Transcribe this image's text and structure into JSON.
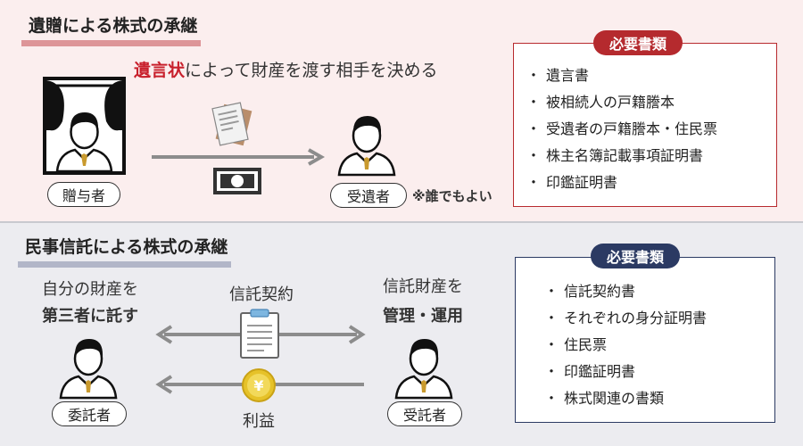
{
  "sections": {
    "bequest": {
      "heading": "遺贈による株式の承継",
      "tagline_highlight": "遺言状",
      "tagline_rest": "によって財産を渡す相手を決める",
      "giver": "贈与者",
      "receiver": "受遺者",
      "note": "※誰でもよい",
      "required_label": "必要書類",
      "required_docs": [
        "遺言書",
        "被相続人の戸籍謄本",
        "受遺者の戸籍謄本・住民票",
        "株主名簿記載事項証明書",
        "印鑑証明書"
      ]
    },
    "trust": {
      "heading": "民事信託による株式の承継",
      "left_line1": "自分の財産を",
      "left_line2": "第三者に託す",
      "contract_label": "信託契約",
      "right_line1": "信託財産を",
      "right_line2": "管理・運用",
      "benefit_label": "利益",
      "settlor": "委託者",
      "trustee": "受託者",
      "required_label": "必要書類",
      "required_docs": [
        "信託契約書",
        "それぞれの身分証明書",
        "住民票",
        "印鑑証明書",
        "株式関連の書類"
      ]
    }
  },
  "colors": {
    "accent_red": "#c8202c",
    "accent_navy": "#2b3a63",
    "top_background": "#fbeeee",
    "bottom_background": "#ececf0"
  }
}
